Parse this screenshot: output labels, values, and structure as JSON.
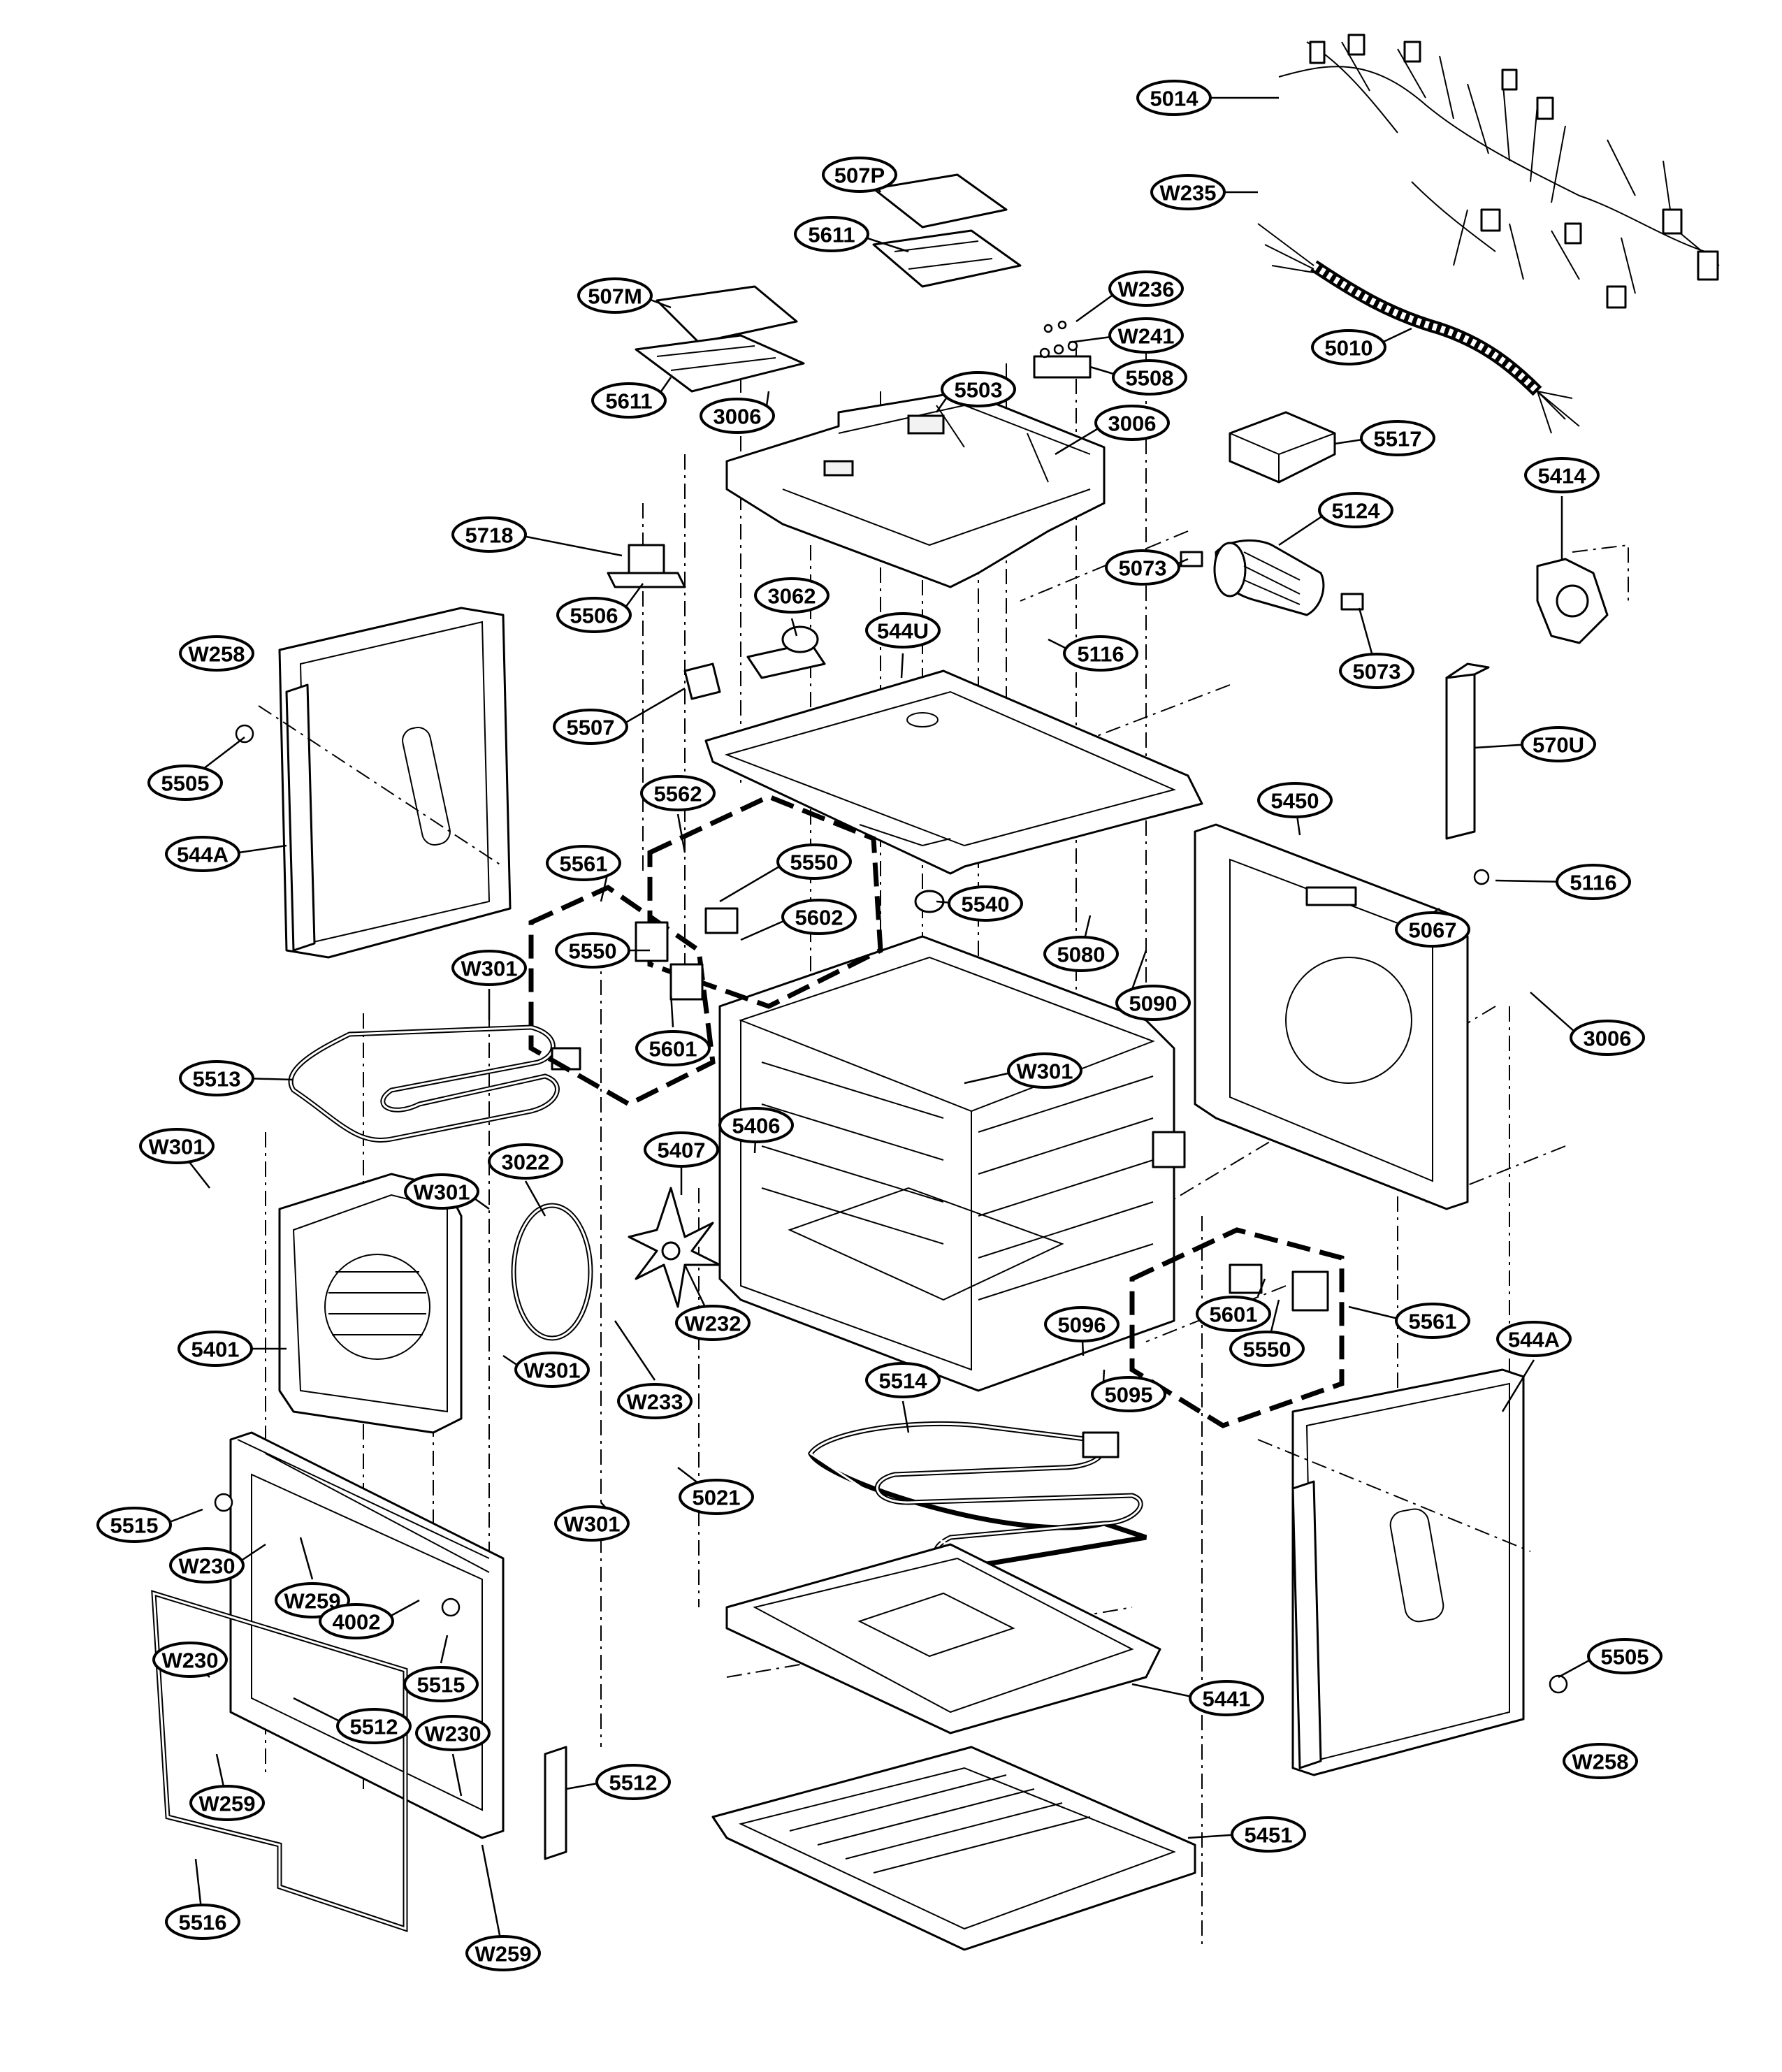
{
  "diagram": {
    "callouts": [
      {
        "id": "c1",
        "label": "5014"
      },
      {
        "id": "c2",
        "label": "W235"
      },
      {
        "id": "c3",
        "label": "507P"
      },
      {
        "id": "c4",
        "label": "5611"
      },
      {
        "id": "c5",
        "label": "W236"
      },
      {
        "id": "c6",
        "label": "507M"
      },
      {
        "id": "c7",
        "label": "W241"
      },
      {
        "id": "c8",
        "label": "5010"
      },
      {
        "id": "c9",
        "label": "5508"
      },
      {
        "id": "c10",
        "label": "5611"
      },
      {
        "id": "c11",
        "label": "5503"
      },
      {
        "id": "c12",
        "label": "3006"
      },
      {
        "id": "c13",
        "label": "3006"
      },
      {
        "id": "c14",
        "label": "5517"
      },
      {
        "id": "c15",
        "label": "5414"
      },
      {
        "id": "c16",
        "label": "5718"
      },
      {
        "id": "c17",
        "label": "5124"
      },
      {
        "id": "c18",
        "label": "5073"
      },
      {
        "id": "c19",
        "label": "5506"
      },
      {
        "id": "c20",
        "label": "3062"
      },
      {
        "id": "c21",
        "label": "544U"
      },
      {
        "id": "c22",
        "label": "5116"
      },
      {
        "id": "c23",
        "label": "5073"
      },
      {
        "id": "c24",
        "label": "W258"
      },
      {
        "id": "c25",
        "label": "5507"
      },
      {
        "id": "c26",
        "label": "570U"
      },
      {
        "id": "c27",
        "label": "5562"
      },
      {
        "id": "c28",
        "label": "5505"
      },
      {
        "id": "c29",
        "label": "5450"
      },
      {
        "id": "c30",
        "label": "544A"
      },
      {
        "id": "c31",
        "label": "5561"
      },
      {
        "id": "c32",
        "label": "5550"
      },
      {
        "id": "c33",
        "label": "5116"
      },
      {
        "id": "c34",
        "label": "5540"
      },
      {
        "id": "c35",
        "label": "5602"
      },
      {
        "id": "c36",
        "label": "5067"
      },
      {
        "id": "c37",
        "label": "5550"
      },
      {
        "id": "c38",
        "label": "5080"
      },
      {
        "id": "c39",
        "label": "W301"
      },
      {
        "id": "c40",
        "label": "5090"
      },
      {
        "id": "c41",
        "label": "3006"
      },
      {
        "id": "c42",
        "label": "5601"
      },
      {
        "id": "c43",
        "label": "W301"
      },
      {
        "id": "c44",
        "label": "5513"
      },
      {
        "id": "c45",
        "label": "5406"
      },
      {
        "id": "c46",
        "label": "W301"
      },
      {
        "id": "c47",
        "label": "5407"
      },
      {
        "id": "c48",
        "label": "3022"
      },
      {
        "id": "c49",
        "label": "W301"
      },
      {
        "id": "c50",
        "label": "5601"
      },
      {
        "id": "c51",
        "label": "5561"
      },
      {
        "id": "c52",
        "label": "W232"
      },
      {
        "id": "c53",
        "label": "5401"
      },
      {
        "id": "c54",
        "label": "5550"
      },
      {
        "id": "c55",
        "label": "5096"
      },
      {
        "id": "c56",
        "label": "W301"
      },
      {
        "id": "c57",
        "label": "W233"
      },
      {
        "id": "c58",
        "label": "5095"
      },
      {
        "id": "c59",
        "label": "5514"
      },
      {
        "id": "c60",
        "label": "544A"
      },
      {
        "id": "c61",
        "label": "5021"
      },
      {
        "id": "c62",
        "label": "5515"
      },
      {
        "id": "c63",
        "label": "W230"
      },
      {
        "id": "c64",
        "label": "W301"
      },
      {
        "id": "c65",
        "label": "W259"
      },
      {
        "id": "c66",
        "label": "4002"
      },
      {
        "id": "c67",
        "label": "5515"
      },
      {
        "id": "c68",
        "label": "W230"
      },
      {
        "id": "c69",
        "label": "5505"
      },
      {
        "id": "c70",
        "label": "5512"
      },
      {
        "id": "c71",
        "label": "5441"
      },
      {
        "id": "c72",
        "label": "W258"
      },
      {
        "id": "c73",
        "label": "W230"
      },
      {
        "id": "c74",
        "label": "5512"
      },
      {
        "id": "c75",
        "label": "W259"
      },
      {
        "id": "c76",
        "label": "5451"
      },
      {
        "id": "c77",
        "label": "5516"
      },
      {
        "id": "c78",
        "label": "W259"
      }
    ]
  }
}
